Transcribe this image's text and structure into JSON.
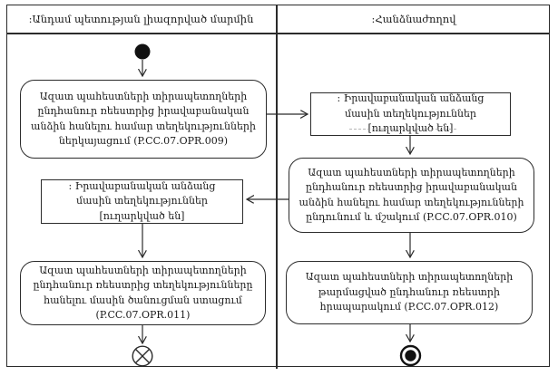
{
  "lanes": {
    "left": {
      "label": ":Անդամ պետության լիազորված մարմին"
    },
    "right": {
      "label": ":Հանձնաժողով"
    }
  },
  "nodes": {
    "submit_info": {
      "label": "Ազատ պահեստների տիրապետողների ընդհանուր ռեեստրից իրավաբանական անձին հանելու համար տեղեկությունների ներկայացում (P.CC.07.OPR.009)"
    },
    "info_sent_right": {
      "label": ": Իրավաբանական անձանց մասին տեղեկություններ [ուղարկված են]"
    },
    "receive_process": {
      "label": "Ազատ պահեստների տիրապետողների ընդհանուր ռեեստրից իրավաբանական անձին հանելու համար տեղեկությունների ընդունում և մշակում (P.CC.07.OPR.010)"
    },
    "info_sent_left": {
      "label": ": Իրավաբանական անձանց մասին տեղեկություններ [ուղարկված են]"
    },
    "receive_notice": {
      "label": "Ազատ պահեստների տիրապետողների ընդհանուր ռեեստրից տեղեկությունները հանելու մասին ծանուցման ստացում (P.CC.07.OPR.011)"
    },
    "publish_register": {
      "label": "Ազատ պահեստների տիրապետողների թարմացված ընդհանուր ռեեստրի հրապարակում (P.CC.07.OPR.012)"
    }
  },
  "colors": {
    "line": "#2b2b2b",
    "background": "#ffffff"
  }
}
